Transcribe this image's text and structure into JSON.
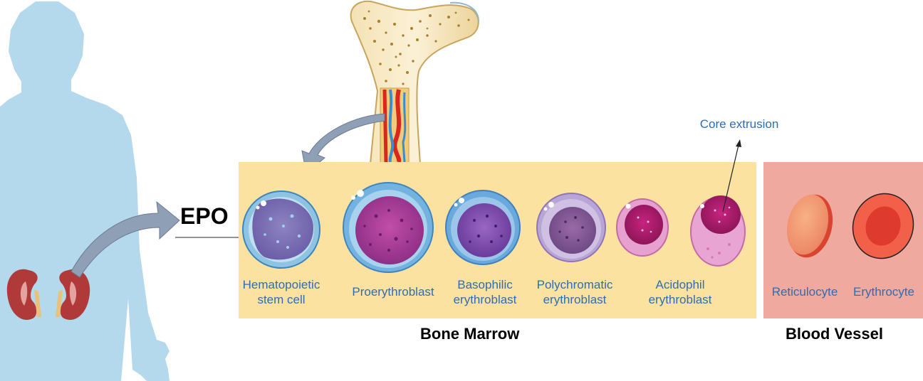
{
  "labels": {
    "epo": "EPO",
    "core_extrusion": "Core extrusion",
    "bone_marrow": "Bone Marrow",
    "blood_vessel": "Blood Vessel"
  },
  "cells": [
    {
      "id": "hematopoietic",
      "label": "Hematopoietic\nstem cell"
    },
    {
      "id": "proerythroblast",
      "label": "Proerythroblast"
    },
    {
      "id": "basophilic",
      "label": "Basophilic\nerythroblast"
    },
    {
      "id": "polychromatic",
      "label": "Polychromatic\nerythroblast"
    },
    {
      "id": "acidophil",
      "label": "Acidophil\nerythroblast"
    },
    {
      "id": "reticulocyte",
      "label": "Reticulocyte"
    },
    {
      "id": "erythrocyte",
      "label": "Erythrocyte"
    }
  ],
  "colors": {
    "body": "#b4d8ec",
    "bone_marrow_panel": "#fbe2a0",
    "blood_vessel_panel": "#efa99f",
    "label_text": "#2e6db4",
    "arrow": "#8f9fb5"
  }
}
